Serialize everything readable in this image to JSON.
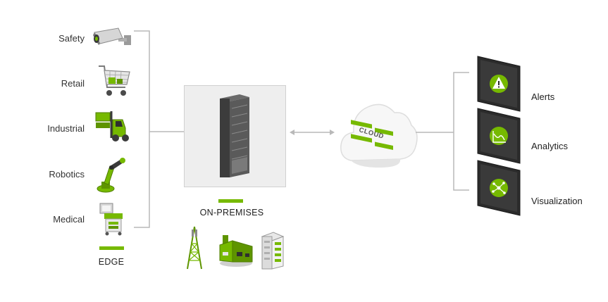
{
  "edge": {
    "items": [
      {
        "label": "Safety",
        "icon": "security-camera-icon"
      },
      {
        "label": "Retail",
        "icon": "shopping-cart-icon"
      },
      {
        "label": "Industrial",
        "icon": "forklift-icon"
      },
      {
        "label": "Robotics",
        "icon": "robot-arm-icon"
      },
      {
        "label": "Medical",
        "icon": "medical-device-icon"
      }
    ],
    "caption": "EDGE"
  },
  "on_premises": {
    "caption": "ON-PREMISES",
    "icons": [
      "cell-tower-icon",
      "factory-icon",
      "office-building-icon"
    ]
  },
  "cloud": {
    "label": "CLOUD"
  },
  "outputs": {
    "items": [
      {
        "label": "Alerts",
        "icon": "alert-icon"
      },
      {
        "label": "Analytics",
        "icon": "analytics-chart-icon"
      },
      {
        "label": "Visualization",
        "icon": "network-graph-icon"
      }
    ]
  },
  "colors": {
    "accent": "#76b900",
    "bracket": "#b9b9b9",
    "panel": "#eeeeee"
  }
}
